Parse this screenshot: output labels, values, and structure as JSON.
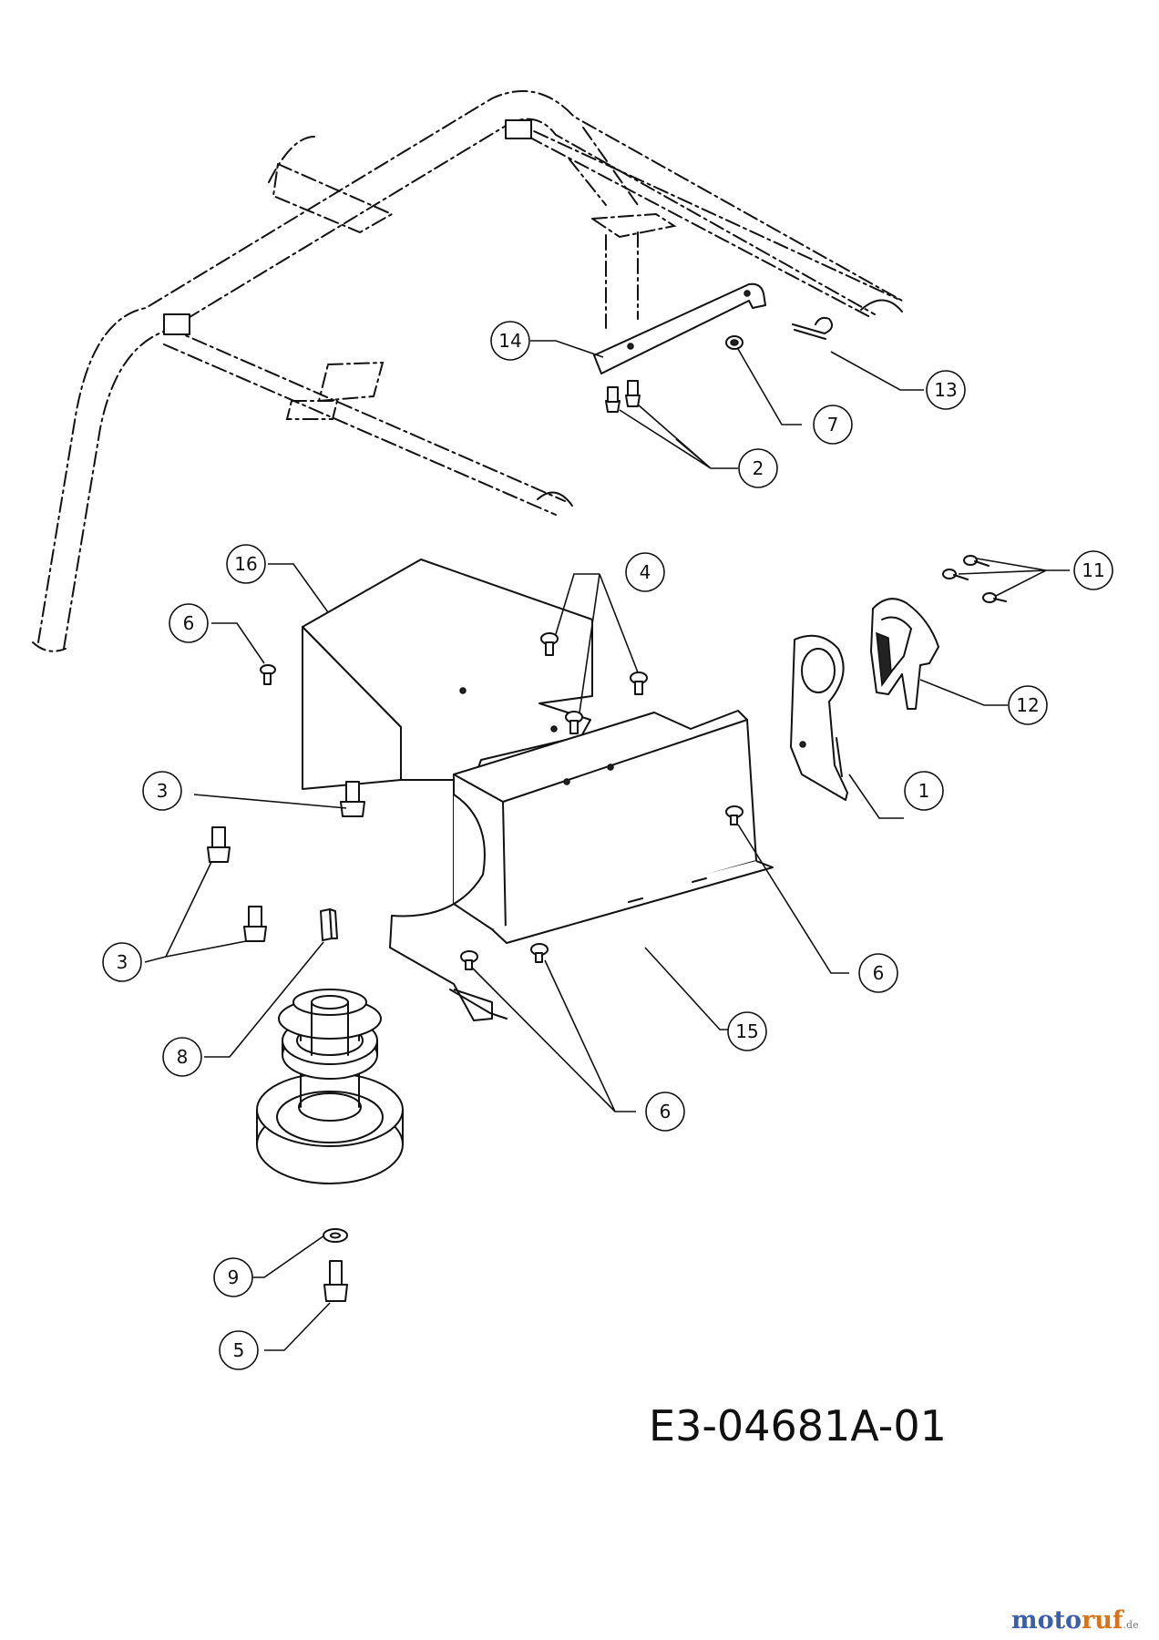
{
  "callouts": [
    {
      "id": "c1",
      "label": "1"
    },
    {
      "id": "c2",
      "label": "2"
    },
    {
      "id": "c3a",
      "label": "3"
    },
    {
      "id": "c3b",
      "label": "3"
    },
    {
      "id": "c4",
      "label": "4"
    },
    {
      "id": "c5",
      "label": "5"
    },
    {
      "id": "c6a",
      "label": "6"
    },
    {
      "id": "c6b",
      "label": "6"
    },
    {
      "id": "c6c",
      "label": "6"
    },
    {
      "id": "c7",
      "label": "7"
    },
    {
      "id": "c8",
      "label": "8"
    },
    {
      "id": "c9",
      "label": "9"
    },
    {
      "id": "c11",
      "label": "11"
    },
    {
      "id": "c12",
      "label": "12"
    },
    {
      "id": "c13",
      "label": "13"
    },
    {
      "id": "c14",
      "label": "14"
    },
    {
      "id": "c15",
      "label": "15"
    },
    {
      "id": "c16",
      "label": "16"
    }
  ],
  "drawing_code": "E3-04681A-01",
  "watermark": {
    "part1": "moto",
    "part2": "ruf",
    "suffix": ".de"
  }
}
